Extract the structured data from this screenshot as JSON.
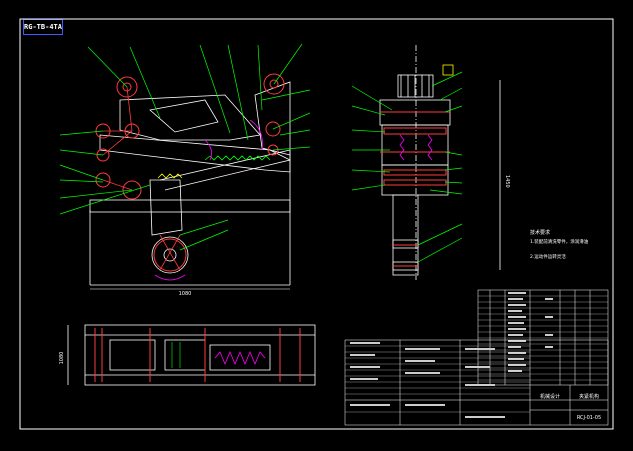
{
  "title_block": {
    "drawing_code": "RCJ-01-05",
    "top_tag": "RG-TB-4TA",
    "dim_width": "1080",
    "dim_height_side": "1450",
    "dim_height_bottom": "1080"
  },
  "tech_requirements": {
    "heading": "技术要求",
    "line1": "1.装配前清洗零件，涂润滑油",
    "line2": "2.运动件运转灵活"
  },
  "block_labels": {
    "part_name": "夹紧机构",
    "school": "机械设计"
  },
  "colors": {
    "background": "#000000",
    "frame": "#ffffff",
    "leader": "#00ff00",
    "part": "#ff3b3b",
    "accent": "#ff00ff",
    "highlight": "#ffff00",
    "tag_border": "#3b5bff"
  }
}
